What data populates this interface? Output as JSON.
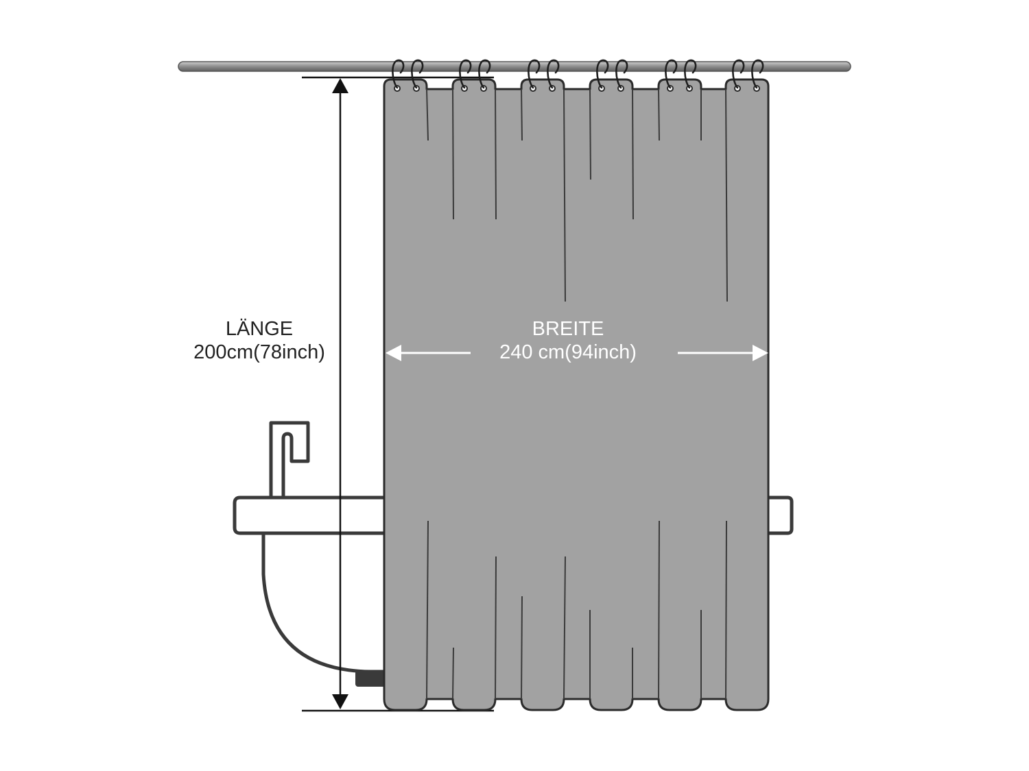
{
  "length": {
    "label": "LÄNGE",
    "value": "200cm(78inch)"
  },
  "width": {
    "label": "BREITE",
    "value": "240 cm(94inch)"
  },
  "colors": {
    "curtain": "#a2a2a2",
    "outline": "#2b2b2b",
    "rod": "#8f8f8f",
    "background": "#ffffff",
    "arrow_light": "#ffffff",
    "arrow_dark": "#111111"
  }
}
